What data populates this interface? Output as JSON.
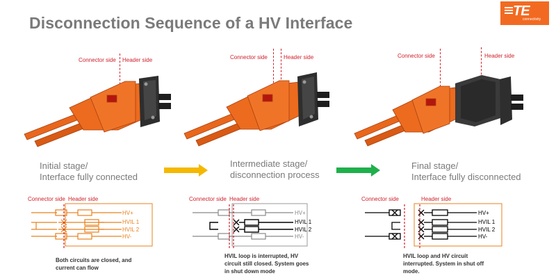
{
  "title": "Disconnection Sequence of a HV Interface",
  "logo": {
    "mark": "TE",
    "tagline": "connectivity"
  },
  "photo_labels": {
    "connector_side": "Connector side",
    "header_side": "Header side"
  },
  "stages": [
    {
      "line1": "Initial stage/",
      "line2": "Interface fully connected"
    },
    {
      "line1": "Intermediate stage/",
      "line2": "disconnection process"
    },
    {
      "line1": "Final stage/",
      "line2": "Interface fully disconnected"
    }
  ],
  "arrows": [
    {
      "color": "#f5b800"
    },
    {
      "color": "#1fb04b"
    }
  ],
  "schematic": {
    "connector_side": "Connector side",
    "header_side": "Header side",
    "signals": [
      "HV+",
      "HVIL 1",
      "HVIL 2",
      "HV-"
    ]
  },
  "captions": [
    {
      "line1": "Both circuits are closed, and",
      "line2": "current can flow",
      "line3": ""
    },
    {
      "line1": "HVIL loop is interrupted, HV",
      "line2": "circuit still closed. System goes",
      "line3": "in shut down mode"
    },
    {
      "line1": "HVIL loop and HV circuit",
      "line2": "interrupted. System in shut off",
      "line3": "mode."
    }
  ],
  "colors": {
    "accent": "#f26a21",
    "marker": "#d0202a",
    "title": "#7a7a7a",
    "connector": "#e2641c",
    "header": "#2e2e2e"
  }
}
